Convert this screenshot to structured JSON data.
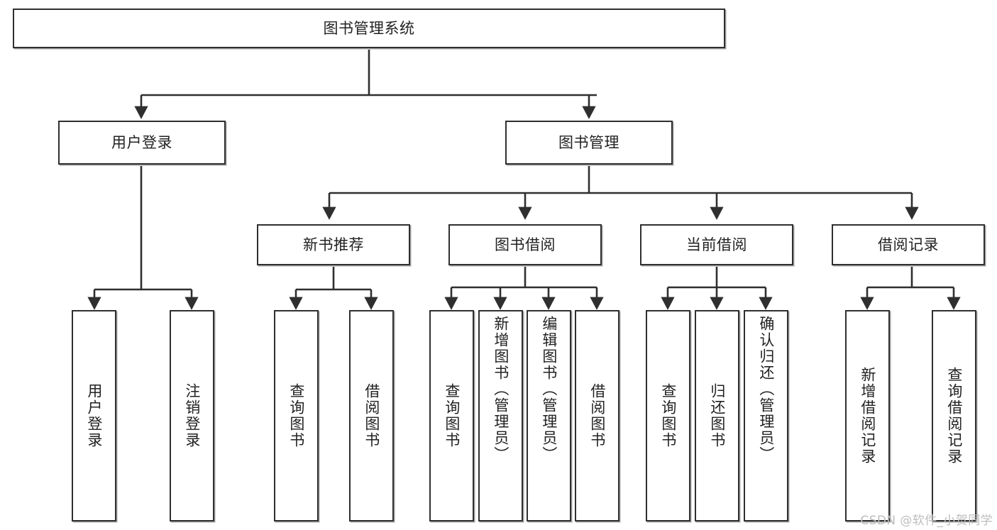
{
  "diagram": {
    "title": "图书管理系统",
    "type": "hierarchy-tree",
    "orientation": "top-down",
    "colors": {
      "box_border": "#2f2f2f",
      "box_fill": "#ffffff",
      "connector": "#2f2f2f",
      "text": "#222222",
      "watermark": "#bdbdbd"
    },
    "levels": [
      {
        "level": 1,
        "nodes": [
          {
            "id": "root",
            "label": "图书管理系统",
            "orientation": "horizontal"
          }
        ]
      },
      {
        "level": 2,
        "nodes": [
          {
            "id": "login",
            "label": "用户登录",
            "orientation": "horizontal",
            "parent": "root"
          },
          {
            "id": "bookmgmt",
            "label": "图书管理",
            "orientation": "horizontal",
            "parent": "root"
          }
        ]
      },
      {
        "level": 3,
        "nodes": [
          {
            "id": "newbook",
            "label": "新书推荐",
            "orientation": "horizontal",
            "parent": "bookmgmt"
          },
          {
            "id": "borrow",
            "label": "图书借阅",
            "orientation": "horizontal",
            "parent": "bookmgmt"
          },
          {
            "id": "current",
            "label": "当前借阅",
            "orientation": "horizontal",
            "parent": "bookmgmt"
          },
          {
            "id": "records",
            "label": "借阅记录",
            "orientation": "horizontal",
            "parent": "bookmgmt"
          }
        ]
      },
      {
        "level": 4,
        "nodes": [
          {
            "id": "leaf1",
            "label": "用户登录",
            "orientation": "vertical",
            "parent": "login"
          },
          {
            "id": "leaf2",
            "label": "注销登录",
            "orientation": "vertical",
            "parent": "login"
          },
          {
            "id": "leaf3",
            "label": "查询图书",
            "orientation": "vertical",
            "parent": "newbook"
          },
          {
            "id": "leaf4",
            "label": "借阅图书",
            "orientation": "vertical",
            "parent": "newbook"
          },
          {
            "id": "leaf5",
            "label": "查询图书",
            "orientation": "vertical",
            "parent": "borrow"
          },
          {
            "id": "leaf6",
            "label": "新增图书（管理员）",
            "orientation": "vertical",
            "parent": "borrow"
          },
          {
            "id": "leaf7",
            "label": "编辑图书（管理员）",
            "orientation": "vertical",
            "parent": "borrow"
          },
          {
            "id": "leaf8",
            "label": "借阅图书",
            "orientation": "vertical",
            "parent": "borrow"
          },
          {
            "id": "leaf9",
            "label": "查询图书",
            "orientation": "vertical",
            "parent": "current"
          },
          {
            "id": "leaf10",
            "label": "归还图书",
            "orientation": "vertical",
            "parent": "current"
          },
          {
            "id": "leaf11",
            "label": "确认归还（管理员）",
            "orientation": "vertical",
            "parent": "current"
          },
          {
            "id": "leaf12",
            "label": "新增借阅记录",
            "orientation": "vertical",
            "parent": "records"
          },
          {
            "id": "leaf13",
            "label": "查询借阅记录",
            "orientation": "vertical",
            "parent": "records"
          }
        ]
      }
    ],
    "watermark": "CSDN @软件_小贺同学"
  }
}
